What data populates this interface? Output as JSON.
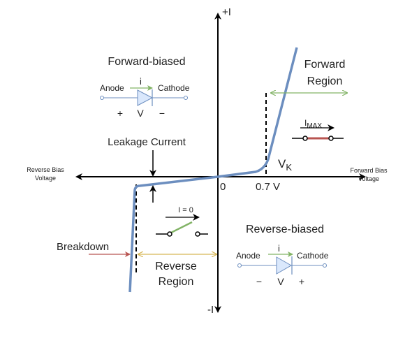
{
  "axes": {
    "y_pos_label": "+I",
    "y_neg_label": "-I",
    "x_pos_label_line1": "Forward Bias",
    "x_pos_label_line2": "Voltage",
    "x_neg_label_line1": "Reverse Bias",
    "x_neg_label_line2": "Voltage",
    "origin_label": "0",
    "knee_voltage_label": "0.7 V"
  },
  "knee": {
    "label": "V",
    "subscript": "K"
  },
  "forward_region": {
    "line1": "Forward",
    "line2": "Region"
  },
  "reverse_region": {
    "line1": "Reverse",
    "line2": "Region"
  },
  "leakage_label": "Leakage Current",
  "breakdown_label": "Breakdown",
  "closed_switch": {
    "current_label": "I",
    "current_subscript": "MAX"
  },
  "open_switch": {
    "current_label": "I = 0"
  },
  "forward_diode": {
    "title": "Forward-biased",
    "anode": "Anode",
    "cathode": "Cathode",
    "current": "i",
    "voltage": "V",
    "left_sign": "+",
    "right_sign": "−"
  },
  "reverse_diode": {
    "title": "Reverse-biased",
    "anode": "Anode",
    "cathode": "Cathode",
    "current": "i",
    "voltage": "V",
    "left_sign": "−",
    "right_sign": "+"
  },
  "colors": {
    "curve": "#6c8ebf",
    "forward": "#82b366",
    "reverse": "#d6b656",
    "breakdown": "#b85450",
    "diode_fill": "#dae8fc"
  }
}
